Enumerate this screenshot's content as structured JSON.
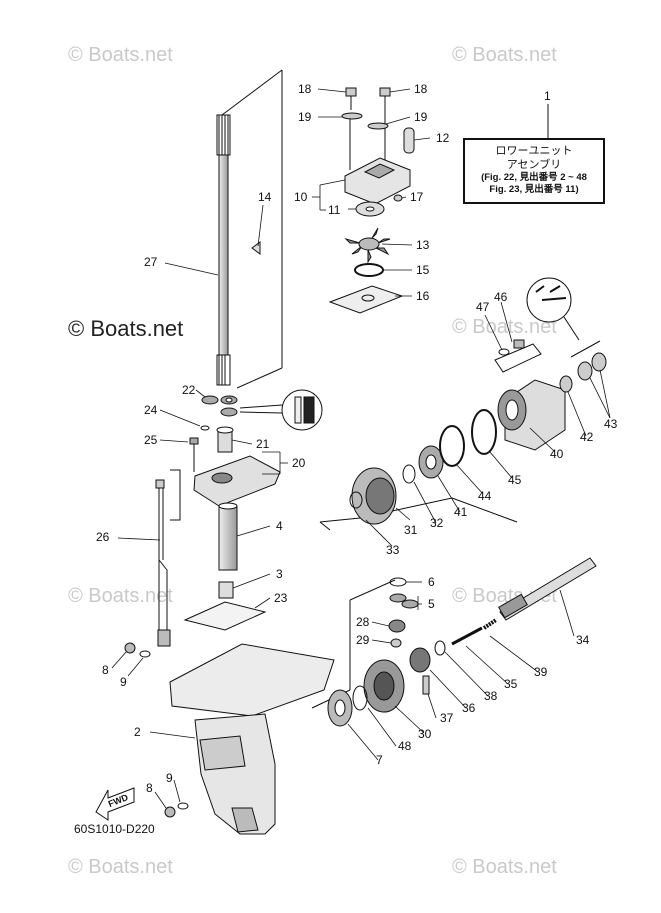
{
  "watermarks": {
    "tl": "© Boats.net",
    "tr": "© Boats.net",
    "ml": "© Boats.net",
    "mr": "© Boats.net",
    "lmid": "© Boats.net",
    "rmid": "© Boats.net",
    "bl": "© Boats.net",
    "br": "© Boats.net"
  },
  "legend": {
    "line1": "ロワーユニット",
    "line2": "アセンブリ",
    "ref1": "(Fig. 22, 見出番号 2 ~ 48",
    "ref2": "Fig. 23, 見出番号 11)"
  },
  "drawing_code": "60S1010-D220",
  "fwd_label": "FWD",
  "callouts": {
    "c1": "1",
    "c2": "2",
    "c3": "3",
    "c4": "4",
    "c5": "5",
    "c6": "6",
    "c7": "7",
    "c8a": "8",
    "c8b": "8",
    "c9a": "9",
    "c9b": "9",
    "c10": "10",
    "c11": "11",
    "c12": "12",
    "c13": "13",
    "c14": "14",
    "c15": "15",
    "c16": "16",
    "c17": "17",
    "c18a": "18",
    "c18b": "18",
    "c19a": "19",
    "c19b": "19",
    "c20": "20",
    "c21": "21",
    "c22": "22",
    "c23": "23",
    "c24": "24",
    "c25": "25",
    "c26": "26",
    "c27": "27",
    "c28": "28",
    "c29": "29",
    "c30": "30",
    "c31": "31",
    "c32": "32",
    "c33": "33",
    "c34": "34",
    "c35": "35",
    "c36": "36",
    "c37": "37",
    "c38": "38",
    "c39": "39",
    "c40": "40",
    "c41": "41",
    "c42": "42",
    "c43": "43",
    "c44": "44",
    "c45": "45",
    "c46": "46",
    "c47": "47",
    "c48": "48"
  }
}
